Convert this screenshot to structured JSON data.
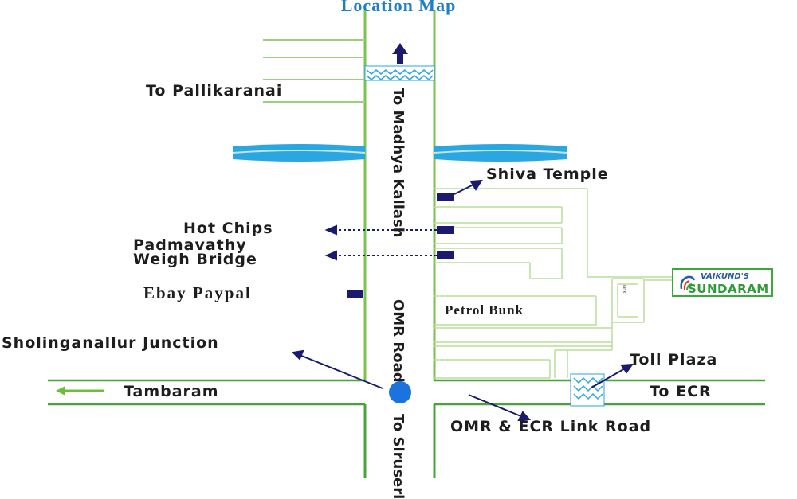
{
  "map": {
    "title": "Location Map",
    "labels": {
      "pallikaranai": "To Pallikaranai",
      "madhya_kailash": "To Madhya Kailash",
      "shiva_temple": "Shiva Temple",
      "hot_chips": "Hot Chips",
      "padmavathy_1": "Padmavathy",
      "padmavathy_2": "Weigh Bridge",
      "ebay_paypal": "Ebay Paypal",
      "omr_road": "OMR Road",
      "petrol_bunk": "Petrol Bunk",
      "sholinganallur": "Sholinganallur Junction",
      "toll_plaza": "Toll Plaza",
      "tambaram": "Tambaram",
      "to_ecr": "To ECR",
      "link_road": "OMR & ECR Link Road",
      "siruseri": "To Siruseri",
      "tank": "Tank"
    },
    "logo": {
      "line1": "VAIKUND'S",
      "line2": "SUNDARAM"
    },
    "colors": {
      "road_edge": "#9ecf7a",
      "road_main": "#4aa33a",
      "water": "#2aa6e0",
      "marker": "#1a1a6e",
      "junction": "#1b73e0",
      "title": "#1f7fc2",
      "arrow_green": "#6bbf3a"
    },
    "icons": [
      "north-arrow-icon",
      "west-arrow-icon",
      "junction-dot-icon"
    ]
  }
}
